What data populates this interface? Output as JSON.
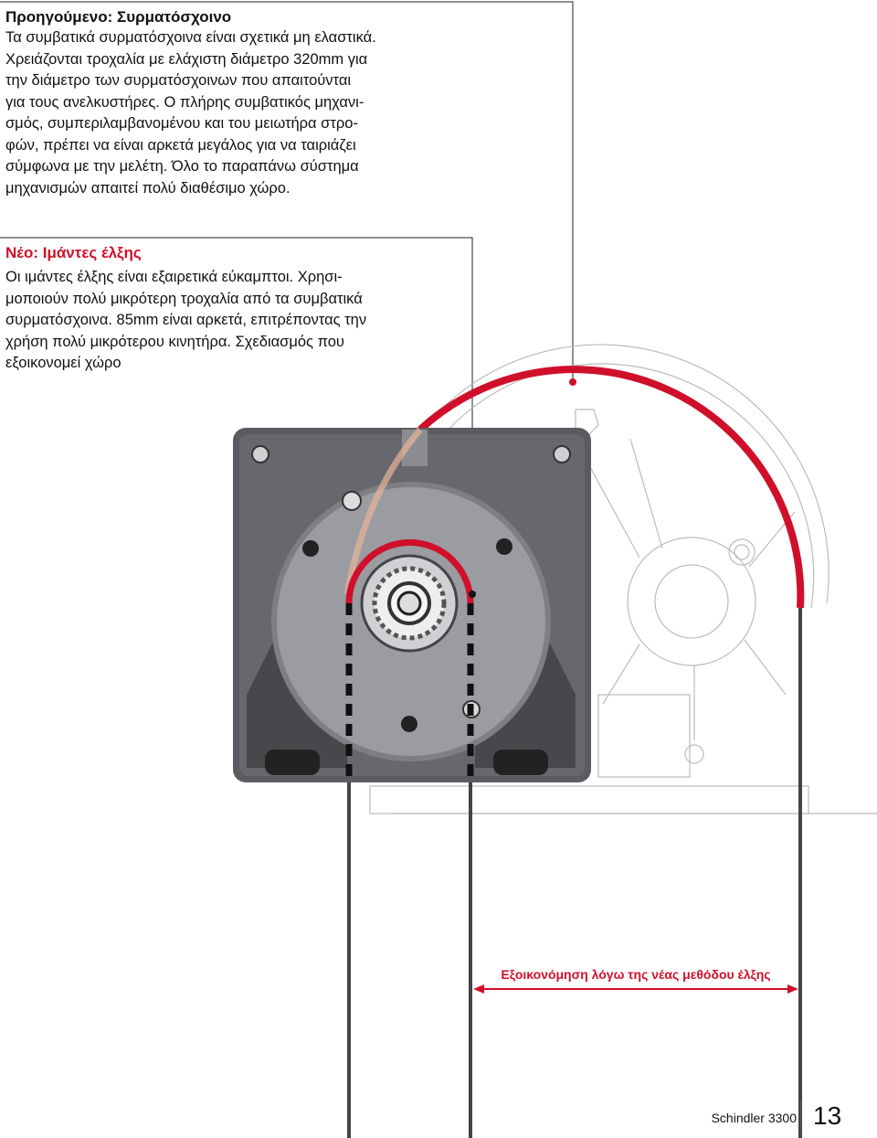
{
  "old_section": {
    "heading": "Προηγούμενο: Συρματόσχοινο",
    "lines": [
      "Τα συμβατικά συρματόσχοινα είναι σχετικά μη ελαστικά.",
      "Χρειάζονται τροχαλία με ελάχιστη διάμετρο 320mm για",
      "την διάμετρο των συρματόσχοινων που απαιτούνται",
      "για τους ανελκυστήρες. Ο πλήρης συμβατικός μηχανι-",
      "σμός, συμπεριλαμβανομένου και του μειωτήρα στρο-",
      "φών, πρέπει να είναι αρκετά μεγάλος για να ταιριάζει",
      "σύμφωνα με την μελέτη. Όλο το παραπάνω σύστημα",
      "μηχανισμών απαιτεί πολύ διαθέσιμο χώρο."
    ]
  },
  "new_section": {
    "heading": "Νέο: Ιμάντες έλξης",
    "lines": [
      "Οι ιμάντες έλξης είναι εξαιρετικά εύκαμπτοι. Χρησι-",
      "μοποιούν πολύ μικρότερη τροχαλία από τα συμβατικά",
      "συρματόσχοινα. 85mm είναι αρκετά, επιτρέποντας την",
      "χρήση πολύ μικρότερου κινητήρα. Σχεδιασμός που",
      "εξοικονομεί χώρο"
    ]
  },
  "savings_label": "Εξοικονόμηση λόγω της νέας μεθόδου έλξης",
  "footer": {
    "brand": "Schindler 3300",
    "page_number": "13"
  },
  "colors": {
    "accent_red": "#d0102b",
    "motor_dark": "#5a5c61",
    "motor_light": "#9a9ca1"
  }
}
